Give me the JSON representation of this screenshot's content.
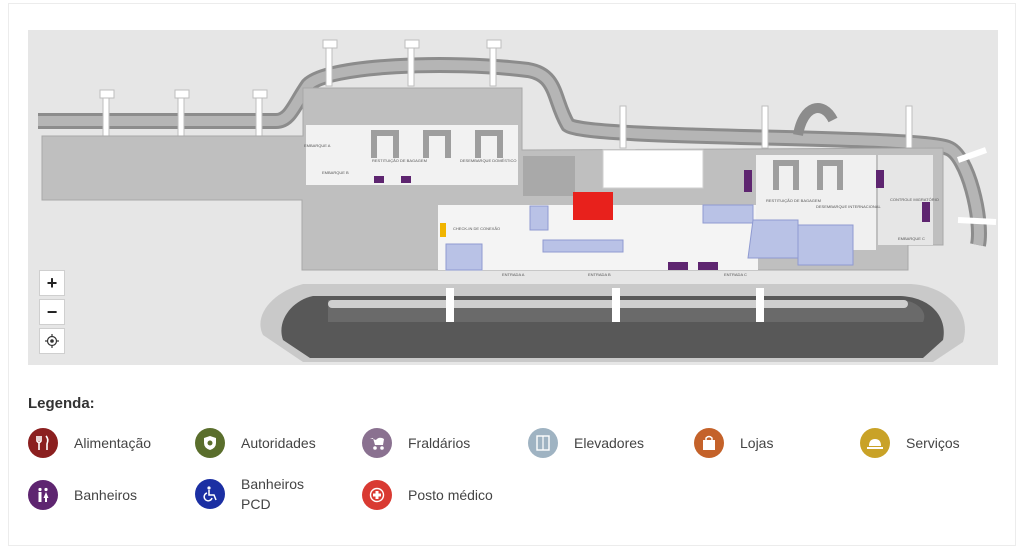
{
  "map": {
    "labels": {
      "restituicao_domestica": "RESTITUIÇÃO DE BAGAGEM",
      "desembarque_domestico": "DESEMBARQUE DOMÉSTICO",
      "check_in": "CHECK-IN DE CONEXÃO",
      "entrada_a": "ENTRADA A",
      "entrada_b": "ENTRADA B",
      "entrada_c": "ENTRADA C",
      "restituicao_internacional": "RESTITUIÇÃO DE BAGAGEM",
      "desembarque_internacional": "DESEMBARQUE INTERNACIONAL",
      "controle_migratorio": "CONTROLE MIGRATÓRIO",
      "embarque_a": "EMBARQUE A",
      "embarque_b": "EMBARQUE B",
      "embarque_c": "EMBARQUE C"
    },
    "controls": {
      "zoom_in": "+",
      "zoom_out": "−"
    }
  },
  "legend": {
    "title": "Legenda:",
    "items": [
      {
        "label": "Alimentação",
        "color": "#8b1f1f",
        "icon": "fork-knife-icon"
      },
      {
        "label": "Autoridades",
        "color": "#5a6e2c",
        "icon": "badge-icon"
      },
      {
        "label": "Fraldários",
        "color": "#8a7190",
        "icon": "stroller-icon"
      },
      {
        "label": "Elevadores",
        "color": "#9fb3c2",
        "icon": "elevator-icon"
      },
      {
        "label": "Lojas",
        "color": "#c4622a",
        "icon": "shopping-bag-icon"
      },
      {
        "label": "Serviços",
        "color": "#c9a227",
        "icon": "bell-icon"
      },
      {
        "label": "Banheiros",
        "color": "#5e2570",
        "icon": "restroom-icon"
      },
      {
        "label": "Banheiros PCD",
        "color": "#1b2fa3",
        "icon": "wheelchair-icon"
      },
      {
        "label": "Posto médico",
        "color": "#d93a32",
        "icon": "medical-cross-icon"
      }
    ]
  }
}
